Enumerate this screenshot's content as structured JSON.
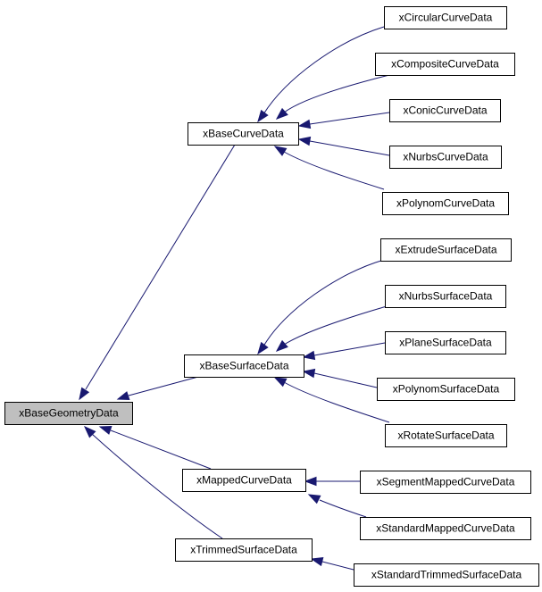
{
  "diagram": {
    "type": "inheritance-graph",
    "nodes": [
      {
        "id": "xBaseGeometryData",
        "label": "xBaseGeometryData",
        "highlighted": true
      },
      {
        "id": "xBaseCurveData",
        "label": "xBaseCurveData",
        "highlighted": false
      },
      {
        "id": "xBaseSurfaceData",
        "label": "xBaseSurfaceData",
        "highlighted": false
      },
      {
        "id": "xMappedCurveData",
        "label": "xMappedCurveData",
        "highlighted": false
      },
      {
        "id": "xTrimmedSurfaceData",
        "label": "xTrimmedSurfaceData",
        "highlighted": false
      },
      {
        "id": "xCircularCurveData",
        "label": "xCircularCurveData",
        "highlighted": false
      },
      {
        "id": "xCompositeCurveData",
        "label": "xCompositeCurveData",
        "highlighted": false
      },
      {
        "id": "xConicCurveData",
        "label": "xConicCurveData",
        "highlighted": false
      },
      {
        "id": "xNurbsCurveData",
        "label": "xNurbsCurveData",
        "highlighted": false
      },
      {
        "id": "xPolynomCurveData",
        "label": "xPolynomCurveData",
        "highlighted": false
      },
      {
        "id": "xExtrudeSurfaceData",
        "label": "xExtrudeSurfaceData",
        "highlighted": false
      },
      {
        "id": "xNurbsSurfaceData",
        "label": "xNurbsSurfaceData",
        "highlighted": false
      },
      {
        "id": "xPlaneSurfaceData",
        "label": "xPlaneSurfaceData",
        "highlighted": false
      },
      {
        "id": "xPolynomSurfaceData",
        "label": "xPolynomSurfaceData",
        "highlighted": false
      },
      {
        "id": "xRotateSurfaceData",
        "label": "xRotateSurfaceData",
        "highlighted": false
      },
      {
        "id": "xSegmentMappedCurveData",
        "label": "xSegmentMappedCurveData",
        "highlighted": false
      },
      {
        "id": "xStandardMappedCurveData",
        "label": "xStandardMappedCurveData",
        "highlighted": false
      },
      {
        "id": "xStandardTrimmedSurfaceData",
        "label": "xStandardTrimmedSurfaceData",
        "highlighted": false
      }
    ],
    "edges": [
      {
        "from": "xCircularCurveData",
        "to": "xBaseCurveData"
      },
      {
        "from": "xCompositeCurveData",
        "to": "xBaseCurveData"
      },
      {
        "from": "xConicCurveData",
        "to": "xBaseCurveData"
      },
      {
        "from": "xNurbsCurveData",
        "to": "xBaseCurveData"
      },
      {
        "from": "xPolynomCurveData",
        "to": "xBaseCurveData"
      },
      {
        "from": "xExtrudeSurfaceData",
        "to": "xBaseSurfaceData"
      },
      {
        "from": "xNurbsSurfaceData",
        "to": "xBaseSurfaceData"
      },
      {
        "from": "xPlaneSurfaceData",
        "to": "xBaseSurfaceData"
      },
      {
        "from": "xPolynomSurfaceData",
        "to": "xBaseSurfaceData"
      },
      {
        "from": "xRotateSurfaceData",
        "to": "xBaseSurfaceData"
      },
      {
        "from": "xSegmentMappedCurveData",
        "to": "xMappedCurveData"
      },
      {
        "from": "xStandardMappedCurveData",
        "to": "xMappedCurveData"
      },
      {
        "from": "xStandardTrimmedSurfaceData",
        "to": "xTrimmedSurfaceData"
      },
      {
        "from": "xBaseCurveData",
        "to": "xBaseGeometryData"
      },
      {
        "from": "xBaseSurfaceData",
        "to": "xBaseGeometryData"
      },
      {
        "from": "xMappedCurveData",
        "to": "xBaseGeometryData"
      },
      {
        "from": "xTrimmedSurfaceData",
        "to": "xBaseGeometryData"
      }
    ],
    "colors": {
      "edge": "#191970",
      "node_border": "#000000",
      "node_fill": "#ffffff",
      "highlight_fill": "#bfbfbf",
      "text": "#000000"
    }
  }
}
